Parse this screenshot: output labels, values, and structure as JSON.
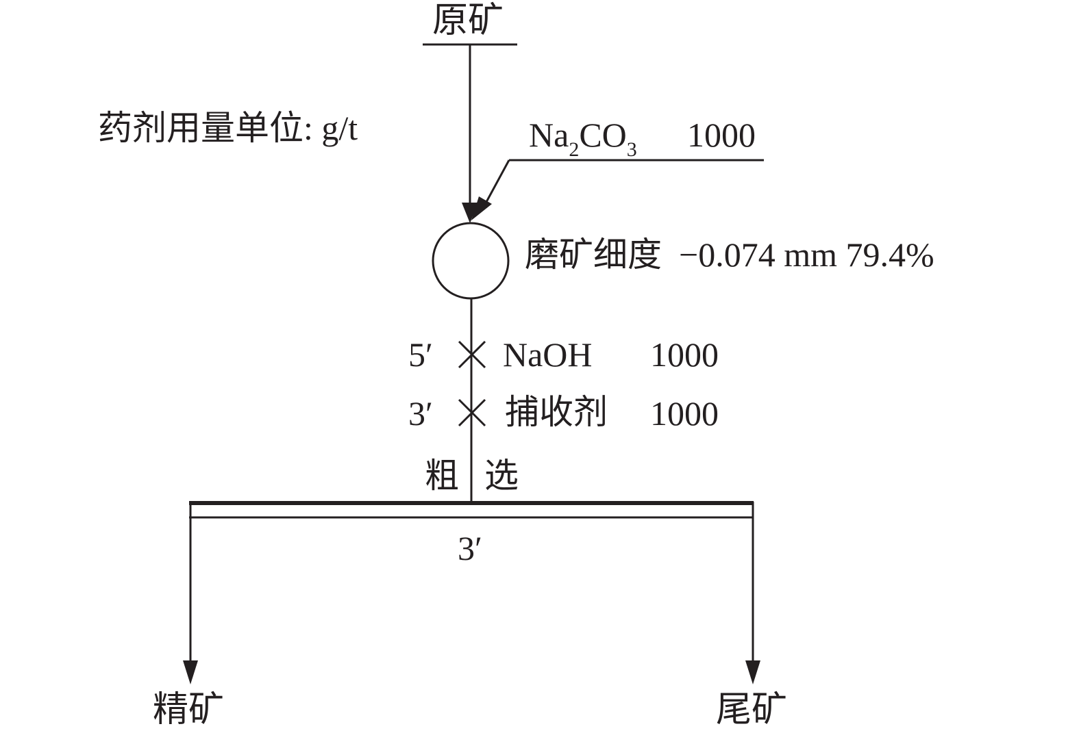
{
  "labels": {
    "raw_ore": "原矿",
    "dosage_unit": "药剂用量单位: g/t",
    "grinding_fineness": "磨矿细度  −0.074 mm 79.4%",
    "roughing_left": "粗",
    "roughing_right": "选",
    "roughing_time": "3′",
    "concentrate": "精矿",
    "tailings": "尾矿"
  },
  "reagents": {
    "na2co3": {
      "name_main": "Na",
      "name_sub1": "2",
      "name_mid": "CO",
      "name_sub2": "3",
      "dosage": "1000"
    },
    "naoh": {
      "time": "5′",
      "name": "NaOH",
      "dosage": "1000"
    },
    "collector": {
      "time": "3′",
      "name": "捕收剂",
      "dosage": "1000"
    }
  },
  "colors": {
    "ink": "#231f20",
    "background": "#ffffff"
  }
}
